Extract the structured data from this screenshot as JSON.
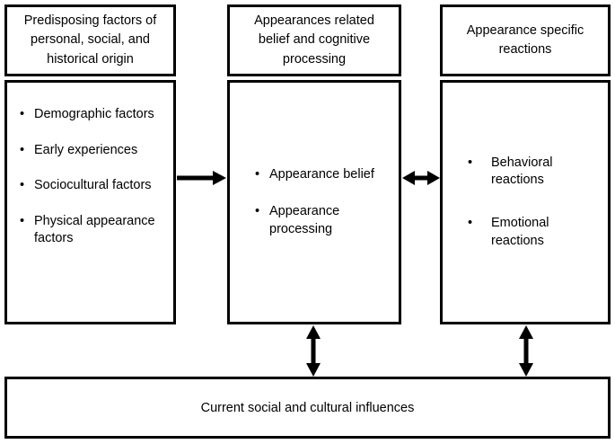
{
  "diagram": {
    "title_text": "",
    "stroke_color": "#000000",
    "background_color": "#ffffff",
    "columns": [
      {
        "id": "predisposing",
        "header": "Predisposing factors of personal, social, and historical origin",
        "header_lines": [
          "Predisposing factors of",
          "personal, social, and",
          "historical origin"
        ],
        "items": [
          "Demographic factors",
          "Early experiences",
          "Sociocultural factors",
          "Physical appearance factors"
        ]
      },
      {
        "id": "appearance-belief",
        "header": "Appearances related belief and cognitive processing",
        "header_lines": [
          "Appearances related",
          "belief and cognitive",
          "processing"
        ],
        "items": [
          "Appearance belief",
          "Appearance processing"
        ]
      },
      {
        "id": "appearance-reactions",
        "header": "Appearance specific reactions",
        "header_lines": [
          "Appearance specific",
          "reactions"
        ],
        "items": [
          "Behavioral reactions",
          "Emotional reactions"
        ]
      }
    ],
    "footer": {
      "id": "current-influences",
      "label": "Current social and cultural influences"
    },
    "connectors": [
      {
        "id": "left-to-middle",
        "direction": "right",
        "heads": 1,
        "orientation": "horizontal"
      },
      {
        "id": "middle-to-right",
        "direction": "both",
        "heads": 2,
        "orientation": "horizontal"
      },
      {
        "id": "middle-to-footer",
        "direction": "both",
        "heads": 2,
        "orientation": "vertical"
      },
      {
        "id": "right-to-footer",
        "direction": "both",
        "heads": 2,
        "orientation": "vertical"
      }
    ]
  }
}
